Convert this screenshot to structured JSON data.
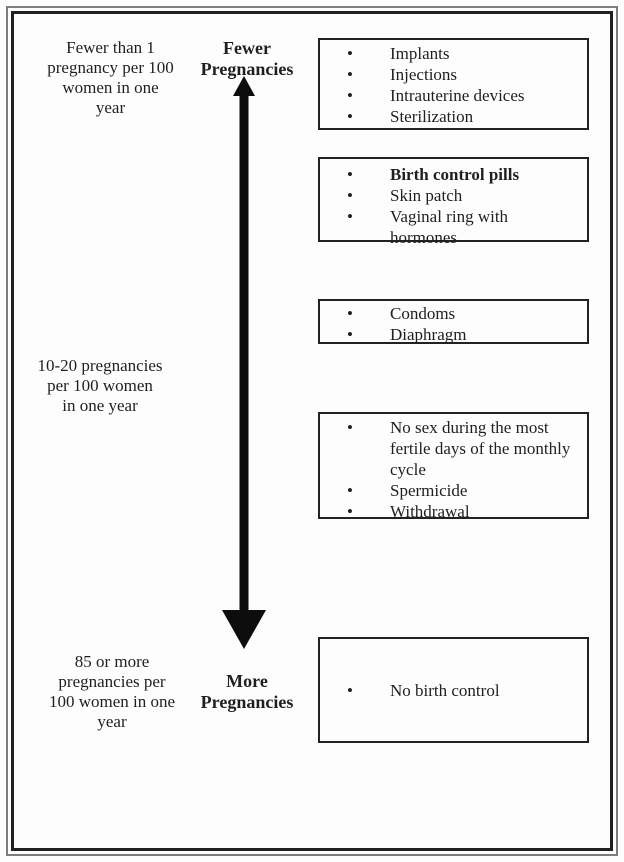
{
  "figure": {
    "colors": {
      "text": "#1f1f1f",
      "box_border": "#222222",
      "arrow": "#0d0d0d",
      "frame_outer": "#7d7d7d",
      "frame_inner": "#212121",
      "background": "#fdfdfd"
    },
    "rate_labels": [
      {
        "lines": [
          "Fewer than 1",
          "pregnancy per 100",
          "women in one",
          "year"
        ]
      },
      {
        "lines": [
          "10-20 pregnancies",
          "per 100 women",
          "in one year"
        ]
      },
      {
        "lines": [
          "85 or more",
          "pregnancies per",
          "100 women in one",
          "year"
        ]
      }
    ],
    "arrow": {
      "top_label": {
        "line1": "Fewer",
        "line2": "Pregnancies"
      },
      "bottom_label": {
        "line1": "More",
        "line2": "Pregnancies"
      }
    },
    "method_boxes": [
      {
        "items": [
          "Implants",
          "Injections",
          "Intrauterine devices",
          "Sterilization"
        ]
      },
      {
        "items": [
          "Birth control pills",
          "Skin patch",
          "Vaginal ring with hormones"
        ],
        "bold_item_index": 0
      },
      {
        "items": [
          "Condoms",
          "Diaphragm"
        ]
      },
      {
        "items": [
          "No sex during the most fertile days of the monthly cycle",
          "Spermicide",
          "Withdrawal"
        ]
      },
      {
        "items": [
          "No birth control"
        ]
      }
    ]
  }
}
